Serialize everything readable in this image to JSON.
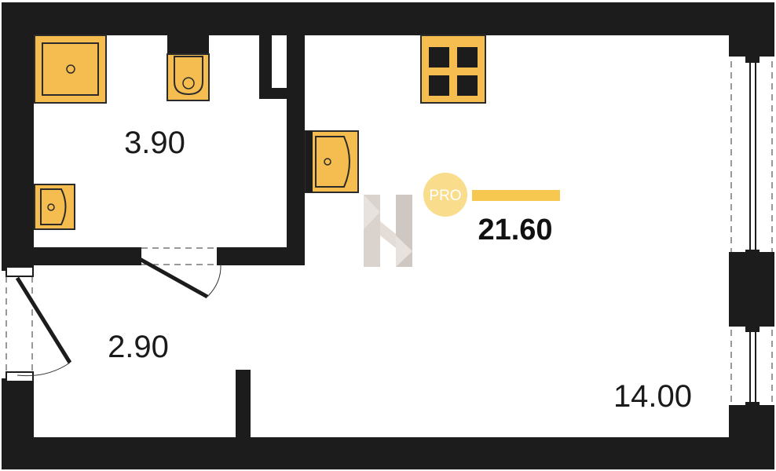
{
  "rooms": {
    "bathroom_area": "3.90",
    "hall_area": "2.90",
    "main_area": "14.00"
  },
  "total_area": "21.60",
  "badge": {
    "text": "PRO"
  },
  "colors": {
    "wall": "#1c1c1c",
    "fixture": "#f5bd4f",
    "fixture_outline": "#2b2b2b",
    "accent_bar": "#f7c84f",
    "badge_circle": "#f9dc8c",
    "watermark": "#d9d2cd"
  },
  "icons": [
    "shower-tray-icon",
    "toilet-icon",
    "sink-icon",
    "stove-icon",
    "kitchen-sink-icon",
    "door-swing-icon",
    "window-icon",
    "watermark-logo"
  ]
}
